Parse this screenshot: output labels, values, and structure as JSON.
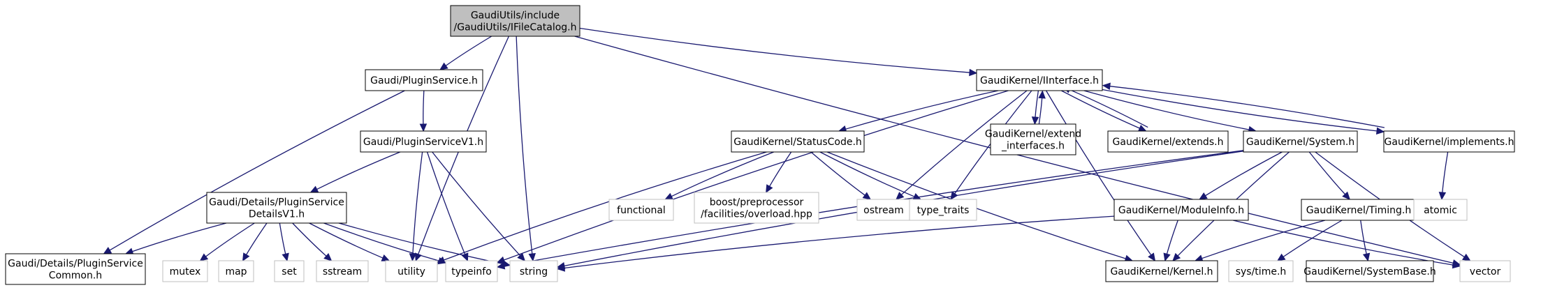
{
  "graph": {
    "nodes": [
      {
        "id": "root",
        "lines": [
          "GaudiUtils/include",
          "/GaudiUtils/IFileCatalog.h"
        ],
        "kind": "root"
      },
      {
        "id": "pluginservice",
        "lines": [
          "Gaudi/PluginService.h"
        ],
        "kind": "local"
      },
      {
        "id": "iinterface",
        "lines": [
          "GaudiKernel/IInterface.h"
        ],
        "kind": "local"
      },
      {
        "id": "pluginservicev1",
        "lines": [
          "Gaudi/PluginServiceV1.h"
        ],
        "kind": "local"
      },
      {
        "id": "statuscode",
        "lines": [
          "GaudiKernel/StatusCode.h"
        ],
        "kind": "local"
      },
      {
        "id": "extend_interfaces",
        "lines": [
          "GaudiKernel/extend",
          "_interfaces.h"
        ],
        "kind": "local"
      },
      {
        "id": "extends",
        "lines": [
          "GaudiKernel/extends.h"
        ],
        "kind": "local"
      },
      {
        "id": "system",
        "lines": [
          "GaudiKernel/System.h"
        ],
        "kind": "local"
      },
      {
        "id": "implements",
        "lines": [
          "GaudiKernel/implements.h"
        ],
        "kind": "local"
      },
      {
        "id": "detailsv1",
        "lines": [
          "Gaudi/Details/PluginService",
          "DetailsV1.h"
        ],
        "kind": "local"
      },
      {
        "id": "functional",
        "lines": [
          "functional"
        ],
        "kind": "sys"
      },
      {
        "id": "overload",
        "lines": [
          "boost/preprocessor",
          "/facilities/overload.hpp"
        ],
        "kind": "sys"
      },
      {
        "id": "ostream",
        "lines": [
          "ostream"
        ],
        "kind": "sys"
      },
      {
        "id": "type_traits",
        "lines": [
          "type_traits"
        ],
        "kind": "sys"
      },
      {
        "id": "moduleinfo",
        "lines": [
          "GaudiKernel/ModuleInfo.h"
        ],
        "kind": "local"
      },
      {
        "id": "timing",
        "lines": [
          "GaudiKernel/Timing.h"
        ],
        "kind": "local"
      },
      {
        "id": "atomic",
        "lines": [
          "atomic"
        ],
        "kind": "sys"
      },
      {
        "id": "common",
        "lines": [
          "Gaudi/Details/PluginService",
          "Common.h"
        ],
        "kind": "local"
      },
      {
        "id": "mutex",
        "lines": [
          "mutex"
        ],
        "kind": "sys"
      },
      {
        "id": "map",
        "lines": [
          "map"
        ],
        "kind": "sys"
      },
      {
        "id": "set",
        "lines": [
          "set"
        ],
        "kind": "sys"
      },
      {
        "id": "sstream",
        "lines": [
          "sstream"
        ],
        "kind": "sys"
      },
      {
        "id": "utility",
        "lines": [
          "utility"
        ],
        "kind": "sys"
      },
      {
        "id": "typeinfo",
        "lines": [
          "typeinfo"
        ],
        "kind": "sys"
      },
      {
        "id": "string",
        "lines": [
          "string"
        ],
        "kind": "sys"
      },
      {
        "id": "kernel",
        "lines": [
          "GaudiKernel/Kernel.h"
        ],
        "kind": "local"
      },
      {
        "id": "systime",
        "lines": [
          "sys/time.h"
        ],
        "kind": "sys"
      },
      {
        "id": "systembase",
        "lines": [
          "GaudiKernel/SystemBase.h"
        ],
        "kind": "local"
      },
      {
        "id": "vector",
        "lines": [
          "vector"
        ],
        "kind": "sys"
      }
    ],
    "edges": [
      [
        "root",
        "pluginservice"
      ],
      [
        "root",
        "iinterface"
      ],
      [
        "root",
        "utility"
      ],
      [
        "root",
        "string"
      ],
      [
        "root",
        "vector"
      ],
      [
        "pluginservice",
        "pluginservicev1"
      ],
      [
        "pluginservice",
        "common"
      ],
      [
        "pluginservicev1",
        "detailsv1"
      ],
      [
        "pluginservicev1",
        "utility"
      ],
      [
        "pluginservicev1",
        "typeinfo"
      ],
      [
        "pluginservicev1",
        "string"
      ],
      [
        "detailsv1",
        "common"
      ],
      [
        "detailsv1",
        "mutex"
      ],
      [
        "detailsv1",
        "map"
      ],
      [
        "detailsv1",
        "set"
      ],
      [
        "detailsv1",
        "sstream"
      ],
      [
        "detailsv1",
        "utility"
      ],
      [
        "detailsv1",
        "typeinfo"
      ],
      [
        "detailsv1",
        "string"
      ],
      [
        "iinterface",
        "statuscode"
      ],
      [
        "iinterface",
        "extend_interfaces"
      ],
      [
        "iinterface",
        "extends"
      ],
      [
        "iinterface",
        "system"
      ],
      [
        "iinterface",
        "implements"
      ],
      [
        "iinterface",
        "ostream"
      ],
      [
        "iinterface",
        "type_traits"
      ],
      [
        "iinterface",
        "typeinfo"
      ],
      [
        "iinterface",
        "kernel"
      ],
      [
        "extend_interfaces",
        "iinterface"
      ],
      [
        "extends",
        "iinterface"
      ],
      [
        "implements",
        "iinterface"
      ],
      [
        "implements",
        "atomic"
      ],
      [
        "statuscode",
        "functional"
      ],
      [
        "statuscode",
        "overload"
      ],
      [
        "statuscode",
        "ostream"
      ],
      [
        "statuscode",
        "type_traits"
      ],
      [
        "statuscode",
        "utility"
      ],
      [
        "statuscode",
        "kernel"
      ],
      [
        "system",
        "moduleinfo"
      ],
      [
        "system",
        "timing"
      ],
      [
        "system",
        "kernel"
      ],
      [
        "system",
        "typeinfo"
      ],
      [
        "system",
        "string"
      ],
      [
        "system",
        "vector"
      ],
      [
        "moduleinfo",
        "kernel"
      ],
      [
        "moduleinfo",
        "string"
      ],
      [
        "moduleinfo",
        "vector"
      ],
      [
        "timing",
        "kernel"
      ],
      [
        "timing",
        "systime"
      ],
      [
        "timing",
        "systembase"
      ]
    ]
  }
}
